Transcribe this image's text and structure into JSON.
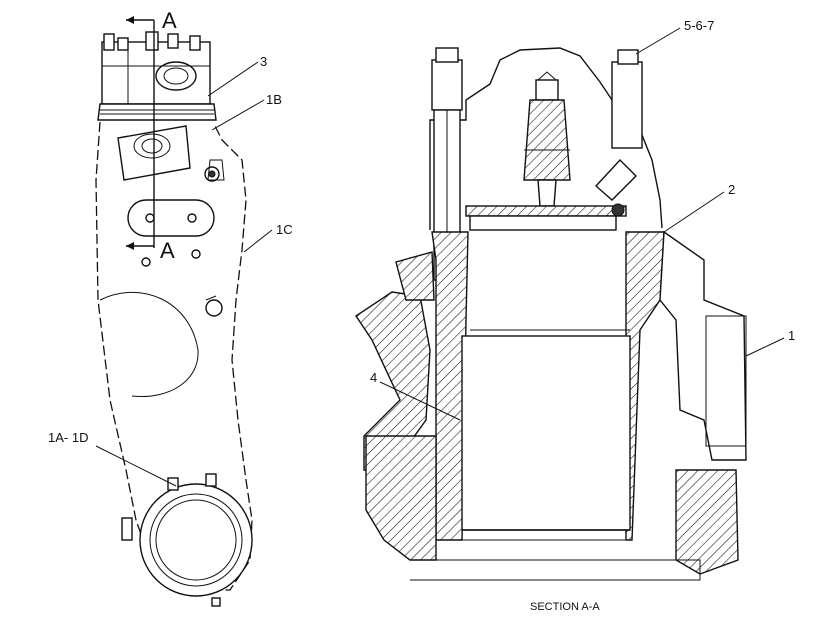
{
  "section_marker_top": "A",
  "section_marker_bottom": "A",
  "caption": "SECTION A-A",
  "callouts": {
    "c3": "3",
    "c1b": "1B",
    "c1c": "1C",
    "c1a_1d": "1A- 1D",
    "c567": "5-6-7",
    "c2": "2",
    "c1": "1",
    "c4": "4"
  }
}
